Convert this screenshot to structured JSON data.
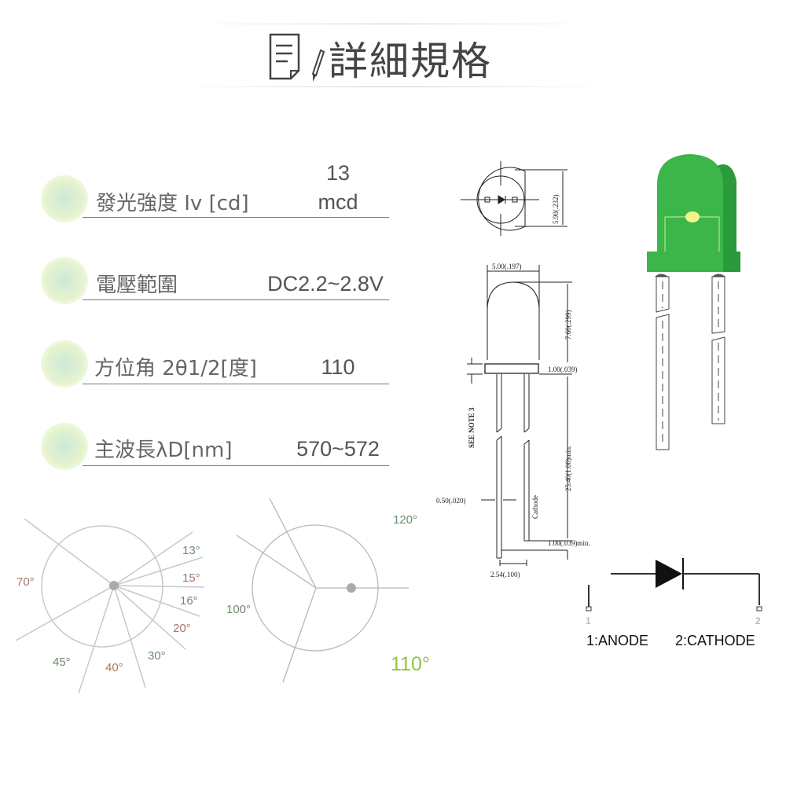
{
  "header": {
    "title": "詳細規格",
    "icon": "document-pencil-icon"
  },
  "specs": [
    {
      "label": "發光強度 Iv [cd]",
      "value_line1": "13",
      "value_line2": "mcd"
    },
    {
      "label": "電壓範圍",
      "value": "DC2.2~2.8V"
    },
    {
      "label": "方位角 2θ1/2[度]",
      "value": "110"
    },
    {
      "label": "主波長λD[nm]",
      "value": "570~572"
    }
  ],
  "angle_chart_left": {
    "labels": [
      "13°",
      "15°",
      "16°",
      "20°",
      "30°",
      "40°",
      "45°",
      "70°"
    ]
  },
  "angle_chart_right": {
    "labels": [
      "120°",
      "100°"
    ],
    "highlight": "110°"
  },
  "dimensions": {
    "top_height": "5.90(.232)",
    "width": "5.00(.197)",
    "dome_height": "7.60(.299)",
    "flange": "1.00(.039)",
    "note": "SEE NOTE 3",
    "lead_length": "25.40(1.00)min.",
    "lead_width": "0.50(.020)",
    "cathode": "Cathode",
    "lead_offset": "1.00(.039)min.",
    "pitch": "2.54(.100)"
  },
  "pins": {
    "pin1_number": "1",
    "pin2_number": "2",
    "anode": "1:ANODE",
    "cathode": "2:CATHODE"
  },
  "colors": {
    "led_green": "#3cb54a",
    "led_dark": "#2a9a3a",
    "chip": "#f0f58a",
    "label_green": "#6b8a6b",
    "label_brown": "#a37a62",
    "highlight_green": "#8cc63f"
  }
}
